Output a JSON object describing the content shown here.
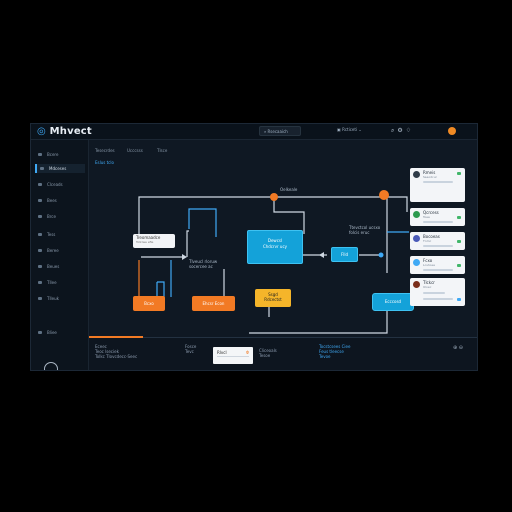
{
  "app": {
    "title": "Mhvect"
  },
  "topbar": {
    "search_value": "Rsecaaich",
    "workspace": "Rcticeti",
    "icons": [
      "search-icon",
      "settings-icon",
      "bell-icon",
      "help-icon"
    ]
  },
  "sidebar": {
    "items": [
      {
        "label": "Bcere",
        "icon": "home-icon"
      },
      {
        "label": "Mdceses",
        "icon": "flow-icon"
      },
      {
        "label": "Clceads",
        "icon": "chart-icon"
      },
      {
        "label": "Bees",
        "icon": "grid-icon"
      },
      {
        "label": "Brce",
        "icon": "list-icon"
      },
      {
        "label": "Tess",
        "icon": "tag-icon"
      },
      {
        "label": "Beree",
        "icon": "box-icon"
      },
      {
        "label": "Beues",
        "icon": "users-icon"
      },
      {
        "label": "Tllee",
        "icon": "file-icon"
      },
      {
        "label": "Tlleuk",
        "icon": "link-icon"
      },
      {
        "label": "Bliee",
        "icon": "settings-icon"
      }
    ]
  },
  "subtabs": [
    "Tesecrdes",
    "Ucccsss",
    "Tlsce"
  ],
  "breadcrumb": "Eslus tclo",
  "canvas": {
    "start_node": {
      "title": "Treomaadce",
      "sub": "Tolkiwe efie"
    },
    "label_top": "Oelkeale",
    "label_mid": "Tlveucl rloruw\nsocercee ac",
    "main_node": {
      "l1": "Dewcsl",
      "l2": "Chdcrvr ucy"
    },
    "small_node": "Flld",
    "right_label": "Ttevctcol ucsxo\nfolcis eruc",
    "orange1": "Bcxo",
    "orange2": "Ehcsr Econ",
    "yellow": {
      "l1": "Ssgd",
      "l2": "Rdcectst"
    },
    "blue_bottom": "Ecccosd"
  },
  "cards": [
    {
      "title": "Rmeis",
      "sub": "Sseodcur",
      "icon_color": "#2f3b48"
    },
    {
      "title": "Qcrcess",
      "sub": "Toee",
      "icon_color": "#2c9a4f"
    },
    {
      "title": "Bocoeas",
      "sub": "Tnmc",
      "icon_color": "#4a5ab8"
    },
    {
      "title": "Fcxo",
      "sub": "Lcutoee",
      "icon_color": "#3fa9f5"
    },
    {
      "title": "Tscseel",
      "sub": "",
      "icon_color": "#222"
    },
    {
      "title": "Tlckcr",
      "sub": "Uloec",
      "icon_color": "#7a2e1c"
    }
  ],
  "bottom": {
    "col1": [
      "Eceec",
      "Teoc lseciek",
      "Tolkc Tlovcdecc-Seec"
    ],
    "col2": [
      "Fosce",
      "Tevc"
    ],
    "card": {
      "title": "Rlvcl",
      "right": "Φ"
    },
    "col3": [
      "Cliceoals",
      "Tesoe"
    ],
    "col4": [
      "Tocstcsees Ciee",
      "Feus tleecse",
      "Tevoe"
    ]
  },
  "colors": {
    "accent_orange": "#f27a24",
    "accent_blue": "#14a2d9",
    "accent_yellow": "#f5b52a",
    "bg": "#0f1823"
  }
}
